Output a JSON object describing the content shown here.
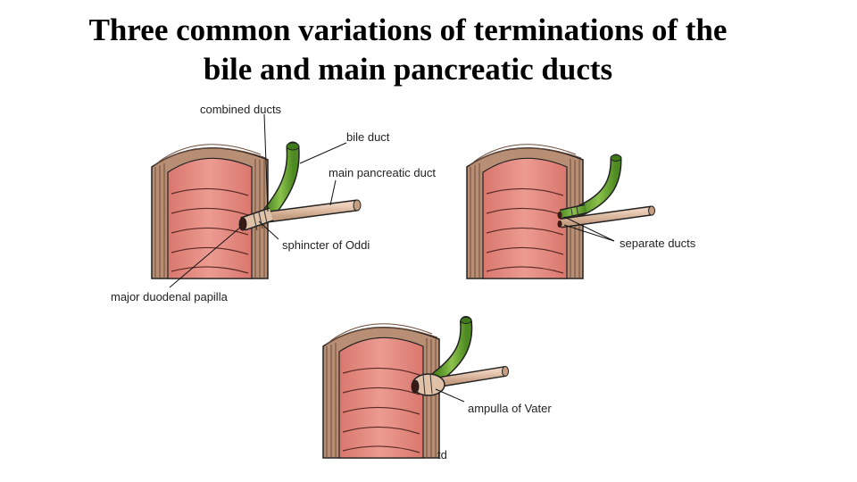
{
  "slide": {
    "title_line1": "Three common variations of terminations of the",
    "title_line2": "bile and main pancreatic ducts"
  },
  "labels": {
    "combined_ducts": "combined ducts",
    "bile_duct": "bile duct",
    "main_pancreatic_duct": "main pancreatic duct",
    "sphincter_of_oddi": "sphincter of Oddi",
    "major_duodenal_papilla": "major duodenal papilla",
    "separate_ducts": "separate ducts",
    "ampulla_of_vater": "ampulla of Vater",
    "corner_mark": "td"
  },
  "colors": {
    "duodenum_lining": "#e48f86",
    "duodenum_wall": "#c9a58a",
    "bile_duct": "#6fa83c",
    "pancreatic_duct": "#d9b59c",
    "outline": "#222222"
  }
}
